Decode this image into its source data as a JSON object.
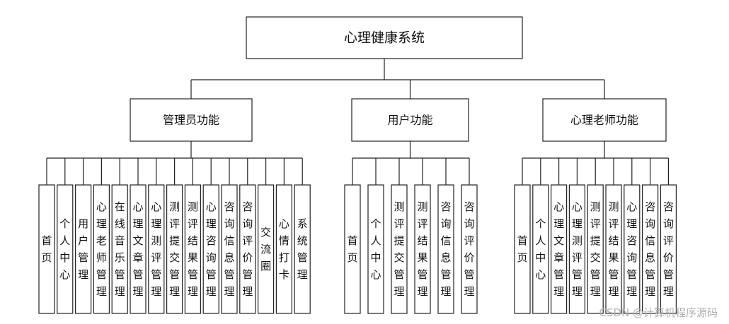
{
  "root": {
    "label": "心理健康系统"
  },
  "branches": [
    {
      "label": "管理员功能",
      "leaves": [
        "首页",
        "个人中心",
        "用户管理",
        "心理老师管理",
        "在线音乐管理",
        "心理文章管理",
        "心理测评管理",
        "测评提交管理",
        "测评结果管理",
        "心理咨询管理",
        "咨询信息管理",
        "咨询评价管理",
        "交流圈",
        "心情打卡",
        "系统管理"
      ]
    },
    {
      "label": "用户功能",
      "leaves": [
        "首页",
        "个人中心",
        "测评提交管理",
        "测评结果管理",
        "咨询信息管理",
        "咨询评价管理"
      ]
    },
    {
      "label": "心理老师功能",
      "leaves": [
        "首页",
        "个人中心",
        "心理文章管理",
        "心理测评管理",
        "测评提交管理",
        "测评结果管理",
        "心理咨询管理",
        "咨询信息管理",
        "咨询评价管理"
      ]
    }
  ],
  "watermark": "CSDN @计算机程序源码"
}
